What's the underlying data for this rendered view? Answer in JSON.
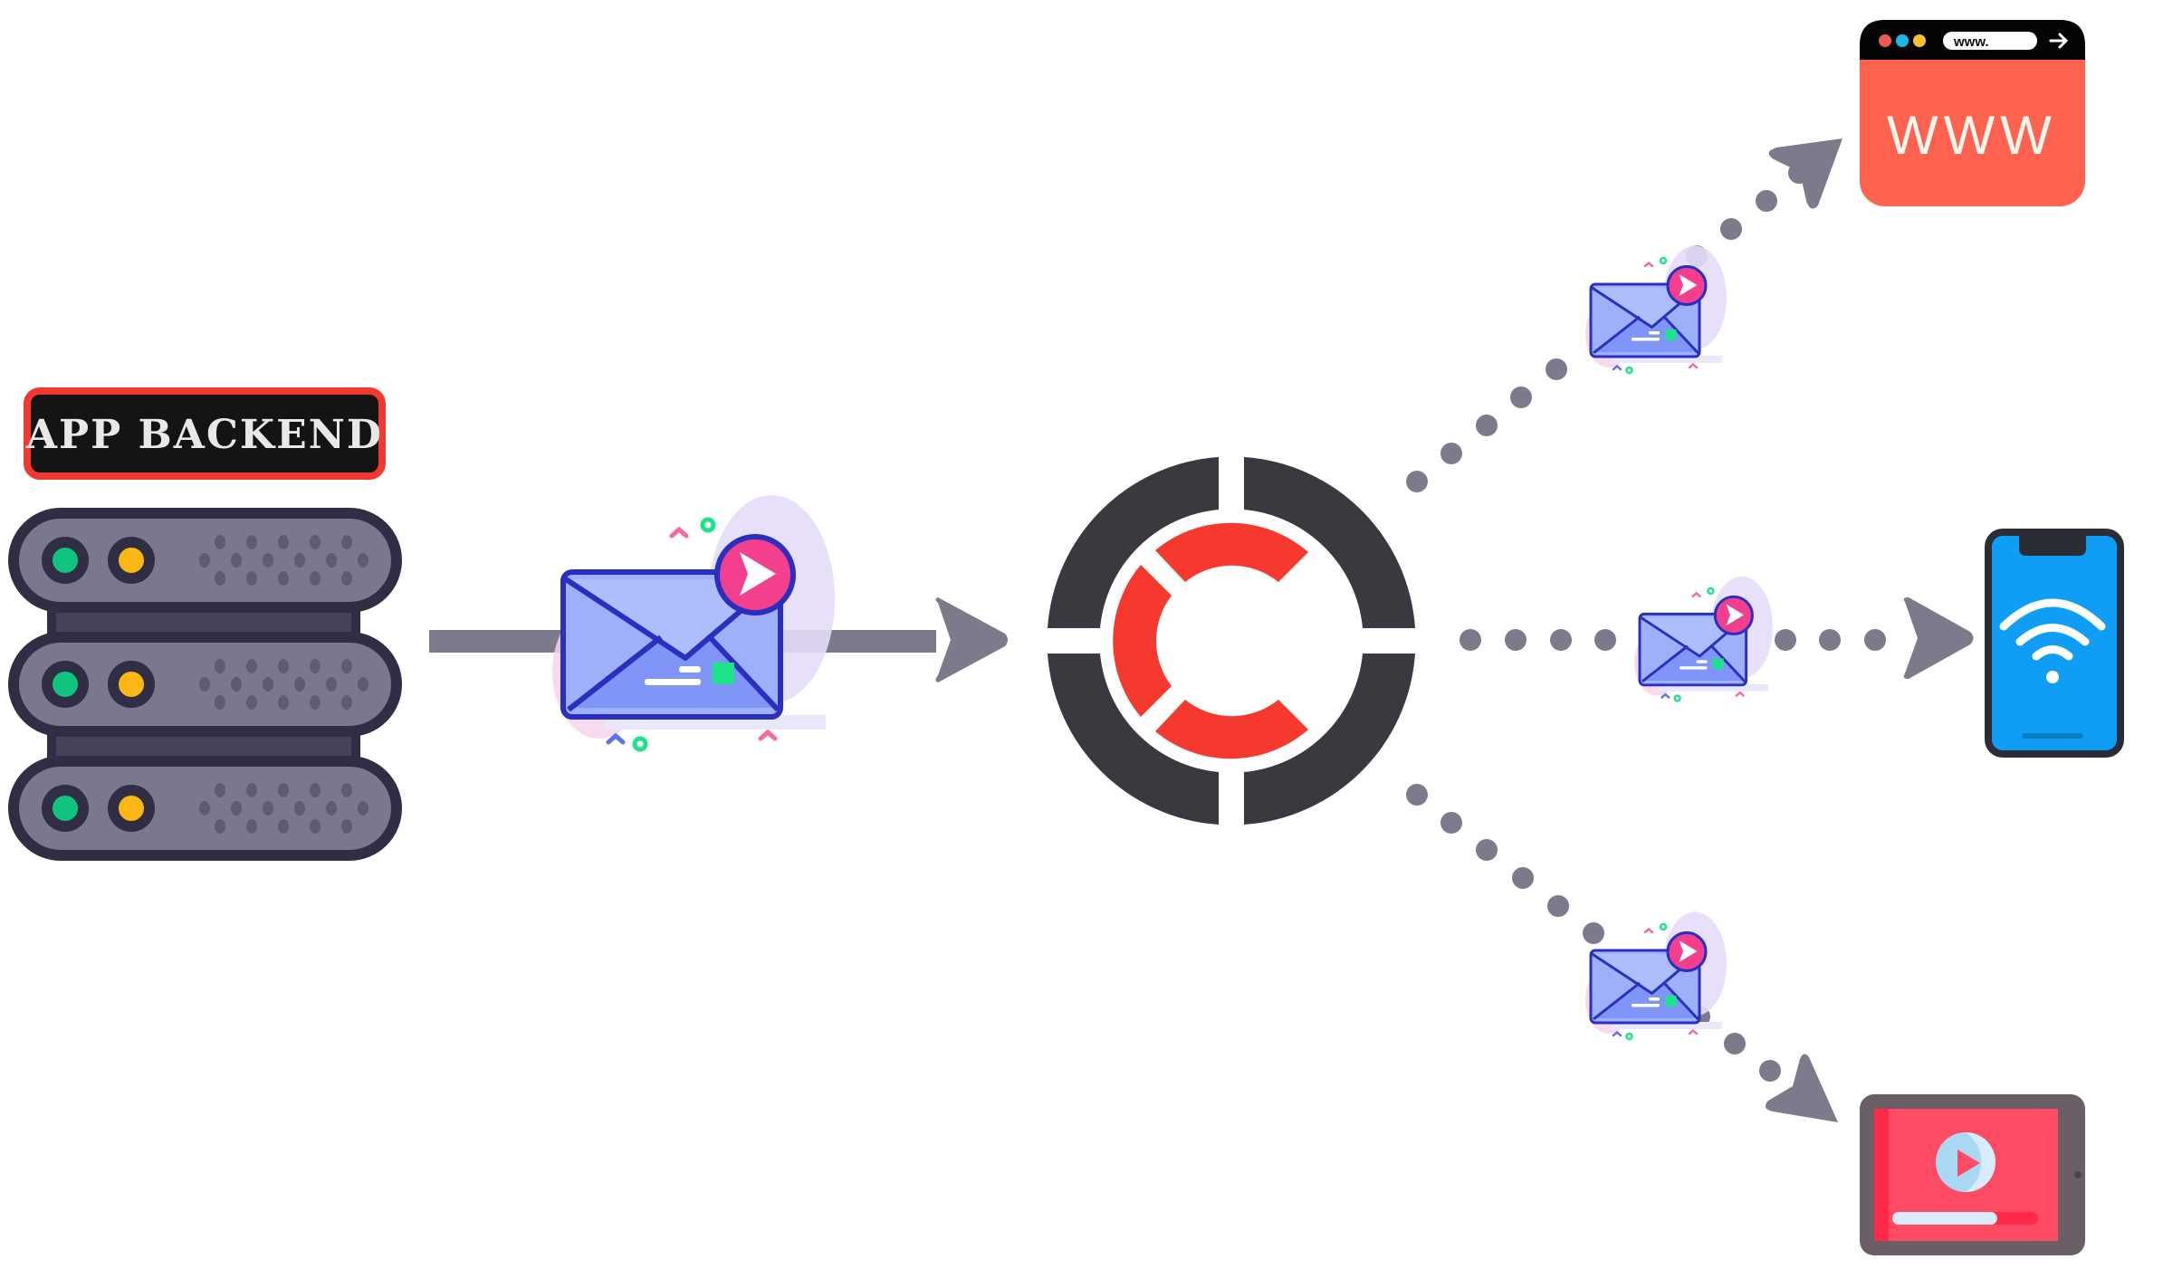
{
  "diagram": {
    "source": {
      "label": "APP BACKEND",
      "kind": "server-rack",
      "units": 3
    },
    "hub": {
      "kind": "logo",
      "name": "hub-logo"
    },
    "message_icon": "email-send-icon",
    "destinations": [
      {
        "id": "web",
        "kind": "browser-window",
        "url_text": "www.",
        "body_text": "WWW"
      },
      {
        "id": "mobile",
        "kind": "smartphone",
        "icon": "wifi-icon"
      },
      {
        "id": "video",
        "kind": "tablet-video-player",
        "progress": 0.72
      }
    ],
    "colors": {
      "connector": "#7c7a8b",
      "label_border": "#f2392f",
      "label_bg": "#141414",
      "hub_dark": "#3a393f",
      "hub_red": "#f6392f",
      "browser_red": "#ff624f",
      "phone_blue": "#0f9df5",
      "tablet_red": "#ff4b63",
      "envelope_blue": "#8da2fb",
      "envelope_stroke": "#2a2fbf",
      "badge_pink": "#f43f8e",
      "led_green": "#10c47f",
      "led_yellow": "#fcb713"
    }
  }
}
